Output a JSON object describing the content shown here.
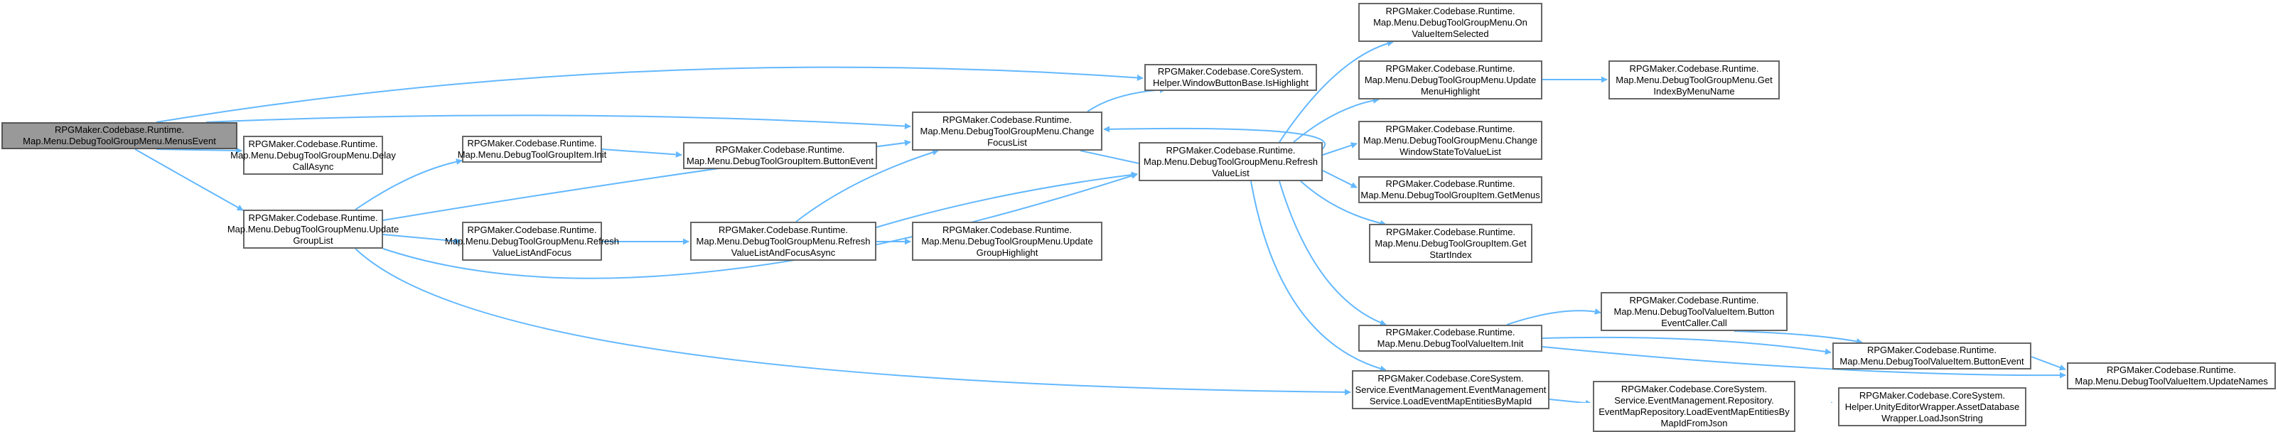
{
  "colors": {
    "edge": "#63b8ff",
    "node_border": "#666666",
    "root_fill": "#999999"
  },
  "nodes": {
    "menus_event": [
      "RPGMaker.Codebase.Runtime.",
      "Map.Menu.DebugToolGroupMenu.MenusEvent"
    ],
    "delay_call_async": [
      "RPGMaker.Codebase.Runtime.",
      "Map.Menu.DebugToolGroupMenu.Delay",
      "CallAsync"
    ],
    "update_group_list": [
      "RPGMaker.Codebase.Runtime.",
      "Map.Menu.DebugToolGroupMenu.Update",
      "GroupList"
    ],
    "group_item_init": [
      "RPGMaker.Codebase.Runtime.",
      "Map.Menu.DebugToolGroupItem.Init"
    ],
    "refresh_value_list_and_focus": [
      "RPGMaker.Codebase.Runtime.",
      "Map.Menu.DebugToolGroupMenu.Refresh",
      "ValueListAndFocus"
    ],
    "group_item_button_event": [
      "RPGMaker.Codebase.Runtime.",
      "Map.Menu.DebugToolGroupItem.ButtonEvent"
    ],
    "refresh_value_list_and_focus_async": [
      "RPGMaker.Codebase.Runtime.",
      "Map.Menu.DebugToolGroupMenu.Refresh",
      "ValueListAndFocusAsync"
    ],
    "change_focus_list": [
      "RPGMaker.Codebase.Runtime.",
      "Map.Menu.DebugToolGroupMenu.Change",
      "FocusList"
    ],
    "update_group_highlight": [
      "RPGMaker.Codebase.Runtime.",
      "Map.Menu.DebugToolGroupMenu.Update",
      "GroupHighlight"
    ],
    "is_highlight": [
      "RPGMaker.Codebase.CoreSystem.",
      "Helper.WindowButtonBase.IsHighlight"
    ],
    "refresh_value_list": [
      "RPGMaker.Codebase.Runtime.",
      "Map.Menu.DebugToolGroupMenu.Refresh",
      "ValueList"
    ],
    "on_value_item_selected": [
      "RPGMaker.Codebase.Runtime.",
      "Map.Menu.DebugToolGroupMenu.On",
      "ValueItemSelected"
    ],
    "update_menu_highlight": [
      "RPGMaker.Codebase.Runtime.",
      "Map.Menu.DebugToolGroupMenu.Update",
      "MenuHighlight"
    ],
    "change_window_state": [
      "RPGMaker.Codebase.Runtime.",
      "Map.Menu.DebugToolGroupMenu.Change",
      "WindowStateToValueList"
    ],
    "get_menus": [
      "RPGMaker.Codebase.Runtime.",
      "Map.Menu.DebugToolGroupItem.GetMenus"
    ],
    "get_start_index": [
      "RPGMaker.Codebase.Runtime.",
      "Map.Menu.DebugToolGroupItem.Get",
      "StartIndex"
    ],
    "value_item_init": [
      "RPGMaker.Codebase.Runtime.",
      "Map.Menu.DebugToolValueItem.Init"
    ],
    "load_event_map_entities": [
      "RPGMaker.Codebase.CoreSystem.",
      "Service.EventManagement.EventManagement",
      "Service.LoadEventMapEntitiesByMapId"
    ],
    "get_index_by_menu_name": [
      "RPGMaker.Codebase.Runtime.",
      "Map.Menu.DebugToolGroupMenu.Get",
      "IndexByMenuName"
    ],
    "button_event_caller_call": [
      "RPGMaker.Codebase.Runtime.",
      "Map.Menu.DebugToolValueItem.Button",
      "EventCaller.Call"
    ],
    "value_item_button_event": [
      "RPGMaker.Codebase.Runtime.",
      "Map.Menu.DebugToolValueItem.ButtonEvent"
    ],
    "update_names": [
      "RPGMaker.Codebase.Runtime.",
      "Map.Menu.DebugToolValueItem.UpdateNames"
    ],
    "repository_load": [
      "RPGMaker.Codebase.CoreSystem.",
      "Service.EventManagement.Repository.",
      "EventMapRepository.LoadEventMapEntitiesBy",
      "MapIdFromJson"
    ],
    "load_json_string": [
      "RPGMaker.Codebase.CoreSystem.",
      "Helper.UnityEditorWrapper.AssetDatabase",
      "Wrapper.LoadJsonString"
    ]
  }
}
